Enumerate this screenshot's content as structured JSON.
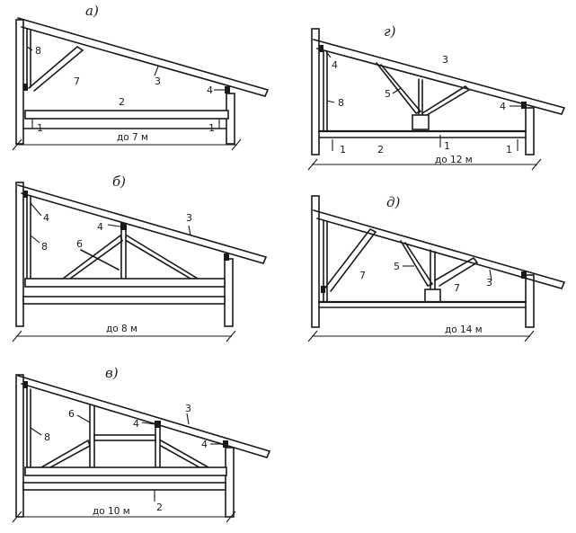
{
  "schemes": [
    {
      "id": "a",
      "title": "а)",
      "span": "до 7 м",
      "labels": [
        "8",
        "7",
        "3",
        "2",
        "4",
        "1",
        "1"
      ]
    },
    {
      "id": "g",
      "title": "г)",
      "span": "до 12 м",
      "labels": [
        "4",
        "8",
        "5",
        "3",
        "4",
        "1",
        "2",
        "1",
        "1"
      ]
    },
    {
      "id": "b",
      "title": "б)",
      "span": "до 8 м",
      "labels": [
        "4",
        "4",
        "3",
        "8",
        "6"
      ]
    },
    {
      "id": "d",
      "title": "д)",
      "span": "до 14 м",
      "labels": [
        "7",
        "5",
        "7",
        "3"
      ]
    },
    {
      "id": "v",
      "title": "в)",
      "span": "до 10 м",
      "labels": [
        "6",
        "4",
        "3",
        "8",
        "4",
        "2"
      ]
    }
  ]
}
